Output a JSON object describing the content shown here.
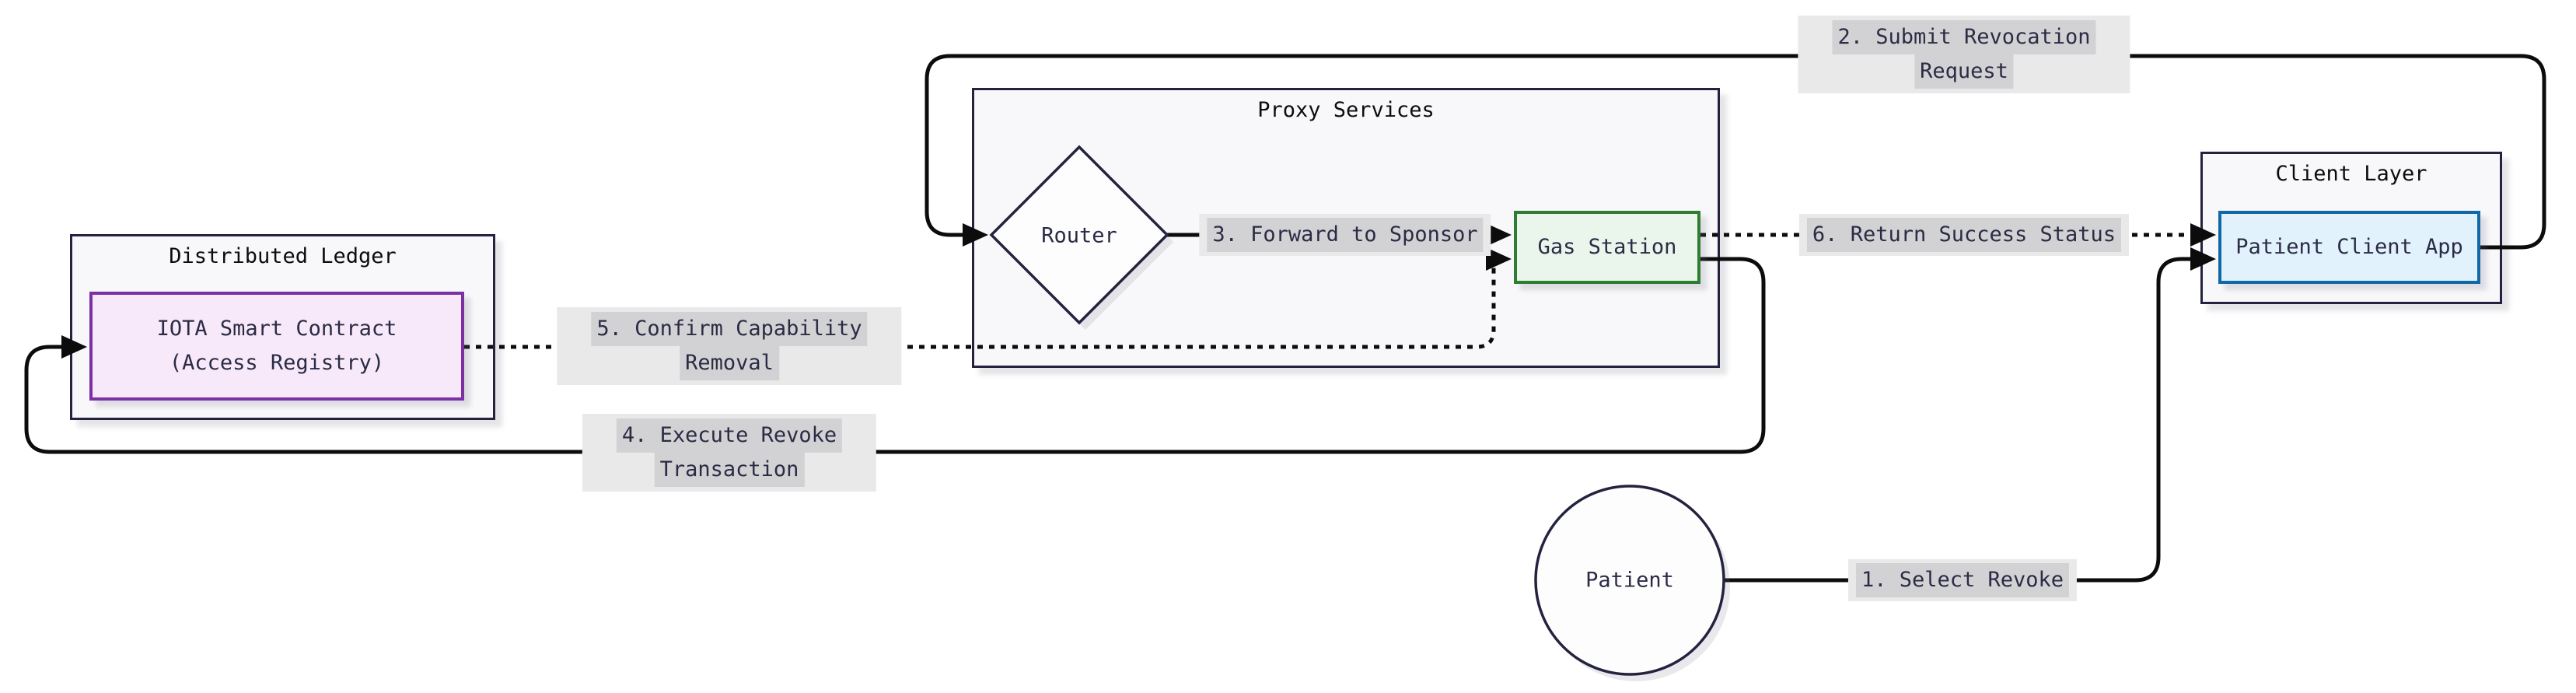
{
  "diagram_type": "flowchart",
  "clusters": {
    "distributed_ledger": {
      "title": "Distributed Ledger"
    },
    "proxy_services": {
      "title": "Proxy Services"
    },
    "client_layer": {
      "title": "Client Layer"
    }
  },
  "nodes": {
    "iota_smart_contract": {
      "line1": "IOTA Smart Contract",
      "line2": "(Access Registry)",
      "fill": "#f7e9f9",
      "border": "#7d30a3",
      "shape": "rect"
    },
    "router": {
      "label": "Router",
      "fill": "#fdfdfe",
      "border": "#23233f",
      "shape": "diamond"
    },
    "gas_station": {
      "label": "Gas Station",
      "fill": "#eaf6eb",
      "border": "#2e7d32",
      "shape": "rect"
    },
    "patient_client_app": {
      "label": "Patient Client App",
      "fill": "#e1f2fc",
      "border": "#1168a7",
      "shape": "rect"
    },
    "patient": {
      "label": "Patient",
      "fill": "#ffffff",
      "border": "#23233f",
      "shape": "circle"
    }
  },
  "edges": {
    "e1": {
      "label": "1. Select Revoke",
      "style": "solid",
      "from": "Patient",
      "to": "Patient Client App"
    },
    "e2": {
      "line1": "2. Submit Revocation",
      "line2": "Request",
      "style": "solid",
      "from": "Patient Client App",
      "to": "Router"
    },
    "e3": {
      "label": "3. Forward to Sponsor",
      "style": "solid",
      "from": "Router",
      "to": "Gas Station"
    },
    "e4": {
      "line1": "4. Execute Revoke",
      "line2": "Transaction",
      "style": "solid",
      "from": "Gas Station",
      "to": "IOTA Smart Contract"
    },
    "e5": {
      "line1": "5. Confirm Capability",
      "line2": "Removal",
      "style": "dotted",
      "from": "IOTA Smart Contract",
      "to": "Gas Station"
    },
    "e6": {
      "label": "6. Return Success Status",
      "style": "dotted",
      "from": "Gas Station",
      "to": "Patient Client App"
    }
  },
  "colors": {
    "background": "#ffffff",
    "cluster_fill": "#f8f8fa",
    "cluster_border": "#23233f",
    "line": "#0c0c0c",
    "node_text": "#2b2b45",
    "title_text": "#0c0c0c",
    "label_outer_bg": "#e9e9ea",
    "label_inner_bg": "#d2d2d4",
    "purple_fill": "#f7e9f9",
    "purple_border": "#7d30a3",
    "green_fill": "#eaf6eb",
    "green_border": "#2e7d32",
    "blue_fill": "#e1f2fc",
    "blue_border": "#1168a7"
  }
}
